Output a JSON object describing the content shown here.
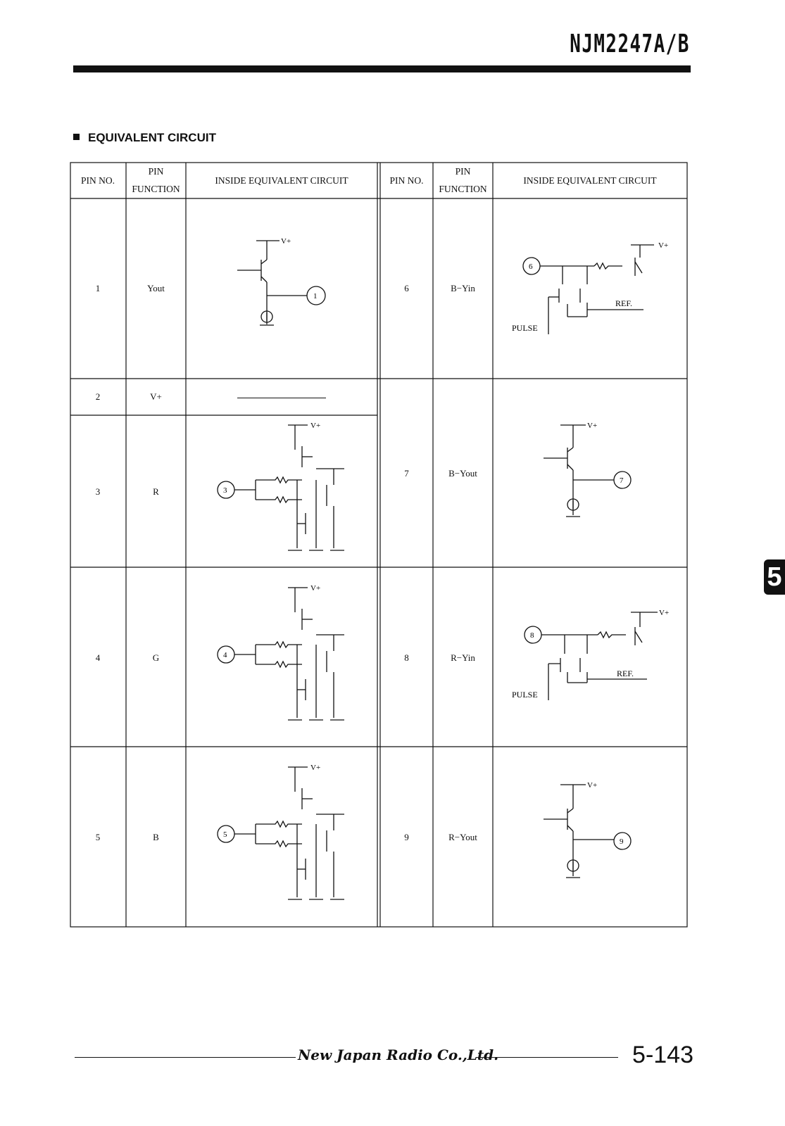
{
  "header": {
    "part_number": "NJM2247A/B"
  },
  "section": {
    "title": "EQUIVALENT CIRCUIT"
  },
  "table": {
    "headers": {
      "pin_no": "PIN NO.",
      "pin": "PIN",
      "function": "FUNCTION",
      "circuit": "INSIDE EQUIVALENT CIRCUIT"
    },
    "left_rows": [
      {
        "pin": "1",
        "function": "Yout"
      },
      {
        "pin": "2",
        "function": "V+"
      },
      {
        "pin": "3",
        "function": "R"
      },
      {
        "pin": "4",
        "function": "G"
      },
      {
        "pin": "5",
        "function": "B"
      }
    ],
    "right_rows": [
      {
        "pin": "6",
        "function": "B−Yin"
      },
      {
        "pin": "7",
        "function": "B−Yout"
      },
      {
        "pin": "8",
        "function": "R−Yin"
      },
      {
        "pin": "9",
        "function": "R−Yout"
      }
    ]
  },
  "labels": {
    "vplus": "V+",
    "pulse": "PULSE",
    "ref": "REF."
  },
  "side_tab": "5",
  "footer": {
    "company": "New Japan Radio Co.,Ltd.",
    "page": "5-143"
  }
}
